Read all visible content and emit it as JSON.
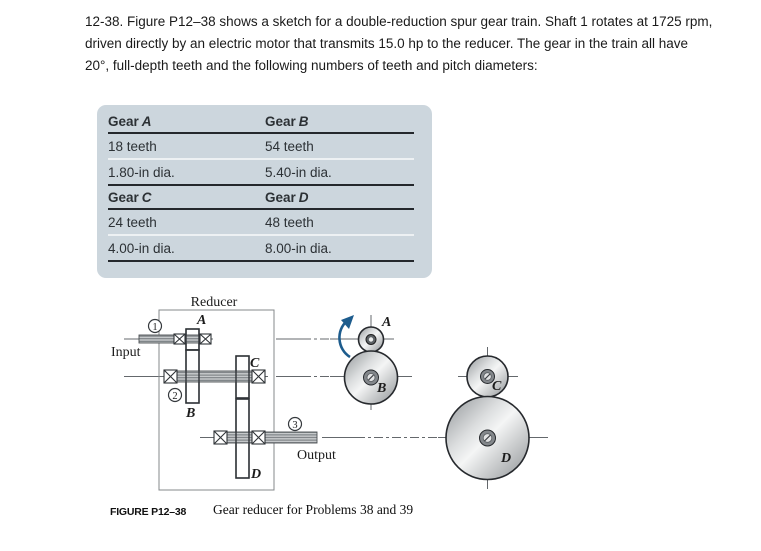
{
  "problem": {
    "lines": [
      "12-38. Figure P12–38 shows a sketch for a double-reduction spur gear train. Shaft 1 rotates at 1725 rpm,",
      "driven directly by an electric motor that transmits 15.0 hp to the reducer. The gear in the train all have",
      "20°, full-depth teeth and the following numbers of teeth and pitch diameters:"
    ]
  },
  "table": {
    "rows": [
      {
        "type": "header",
        "cells": [
          {
            "prefix": "Gear",
            "letter": "A"
          },
          {
            "prefix": "Gear",
            "letter": "B"
          }
        ]
      },
      {
        "type": "data",
        "cells": [
          "18 teeth",
          "54 teeth"
        ]
      },
      {
        "type": "data",
        "cells": [
          "1.80-in dia.",
          "5.40-in dia."
        ]
      },
      {
        "type": "header",
        "cells": [
          {
            "prefix": "Gear",
            "letter": "C"
          },
          {
            "prefix": "Gear",
            "letter": "D"
          }
        ]
      },
      {
        "type": "data",
        "cells": [
          "24 teeth",
          "48 teeth"
        ]
      },
      {
        "type": "data",
        "cells": [
          "4.00-in dia.",
          "8.00-in dia."
        ]
      }
    ]
  },
  "figure": {
    "reducer_label": "Reducer",
    "input_label": "Input",
    "output_label": "Output",
    "shafts": {
      "s1": "1",
      "s2": "2",
      "s3": "3"
    },
    "gears": {
      "A": "A",
      "B": "B",
      "C": "C",
      "D": "D"
    }
  },
  "caption": {
    "tag": "FIGURE P12–38",
    "text": "Gear reducer for Problems 38 and 39"
  },
  "colors": {
    "table_background": "#ccd6dd",
    "table_rule_dark": "#24282c",
    "table_rule_light": "#edf1f3",
    "diagram_outline": "#303438",
    "centerline": "#64686c",
    "rotation_arrow_blue": "#1d5c8d",
    "gear_metal_light": "#f4f5f5",
    "gear_metal_dark": "#8f9396",
    "shaft_fill": "#c6c9cb"
  }
}
